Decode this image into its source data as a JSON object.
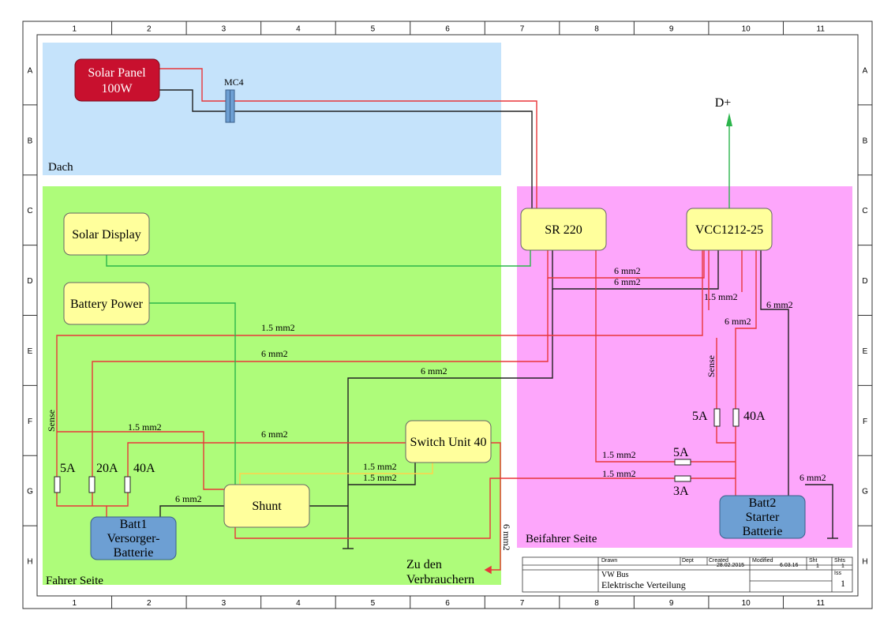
{
  "columns": [
    "1",
    "2",
    "3",
    "4",
    "5",
    "6",
    "7",
    "8",
    "9",
    "10",
    "11"
  ],
  "rows": [
    "A",
    "B",
    "C",
    "D",
    "E",
    "F",
    "G",
    "H"
  ],
  "zones": {
    "roof": "Dach",
    "driver": "Fahrer Seite",
    "passenger": "Beifahrer Seite"
  },
  "components": {
    "solar_panel": [
      "Solar Panel",
      "100W"
    ],
    "mc4": "MC4",
    "solar_display": "Solar Display",
    "battery_power": "Battery Power",
    "sr220": "SR 220",
    "vcc": "VCC1212-25",
    "switch_unit": "Switch Unit 40",
    "shunt": "Shunt",
    "batt1": [
      "Batt1",
      "Versorger-",
      "Batterie"
    ],
    "batt2": [
      "Batt2",
      "Starter",
      "Batterie"
    ],
    "d_plus": "D+",
    "consumers": [
      "Zu den",
      "Verbrauchern"
    ]
  },
  "fuses": {
    "driver": [
      "5A",
      "20A",
      "40A"
    ],
    "passenger_vertical": [
      "5A",
      "40A"
    ],
    "passenger_horizontal": [
      "5A",
      "3A"
    ]
  },
  "wire_labels": {
    "sr_vcc_1": "6 mm2",
    "sr_vcc_2": "6 mm2",
    "vcc_sense": "1.5 mm2",
    "vcc_gnd": "6 mm2",
    "vcc_40a": "6 mm2",
    "sense_passenger": "Sense",
    "driver_sense_line": "1.5 mm2",
    "driver_6mm": "6 mm2",
    "sr_gnd": "6 mm2",
    "sense_driver": "Sense",
    "driver_1_5_low": "1.5 mm2",
    "switch_6mm": "6 mm2",
    "switch_1": "1.5 mm2",
    "switch_2": "1.5 mm2",
    "batt1_shunt": "6 mm2",
    "consumers_6mm": "6 mm2",
    "passenger_1_5_a": "1.5 mm2",
    "passenger_1_5_b": "1.5 mm2",
    "batt2_gnd": "6 mm2"
  },
  "title_block": {
    "drawn": "Drawn",
    "dept": "Dept",
    "created": "Created",
    "created_date": "28.02.2015",
    "modified": "Modified",
    "modified_date": "6.03.16",
    "sht": "Sht",
    "sht_val": "1",
    "shts": "Shts",
    "shts_val": "1",
    "project": "VW Bus",
    "title": "Elektrische Verteilung",
    "iss": "Iss",
    "iss_val": "1"
  },
  "colors": {
    "roof_zone": "#c5e3fb",
    "driver_zone": "#aefc7a",
    "passenger_zone": "#fda6fb",
    "component_fill": "#ffff9c",
    "battery_fill": "#6d9fd3",
    "solar_panel_fill": "#c8102e",
    "wire_positive": "#e8373a",
    "wire_negative": "#222222",
    "wire_signal": "#2bb54b",
    "wire_yellow": "#ffd24a"
  }
}
